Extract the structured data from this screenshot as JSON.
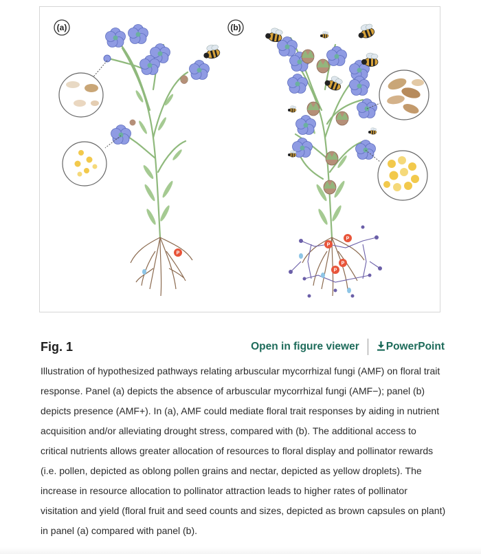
{
  "figure": {
    "panel_a_label": "(a)",
    "panel_b_label": "(b)",
    "nutrient_symbol": "P"
  },
  "figure_header": {
    "label": "Fig. 1",
    "open_viewer_link": "Open in figure viewer",
    "powerpoint_link": "PowerPoint"
  },
  "caption": {
    "lines": [
      "Illustration of hypothesized pathways relating arbuscular mycorrhizal fungi (AMF) on floral trait",
      "response. Panel (a) depicts the absence of arbuscular mycorrhizal fungi (AMF−); panel (b)",
      "depicts presence (AMF+). In (a), AMF could mediate floral trait responses by aiding in nutrient",
      "acquisition and/or alleviating drought stress, compared with (b). The additional access to",
      "critical nutrients allows greater allocation of resources to floral display and pollinator rewards",
      "(i.e. pollen, depicted as oblong pollen grains and nectar, depicted as yellow droplets). The",
      "increase in resource allocation to pollinator attraction leads to higher rates of pollinator",
      "visitation and yield (floral fruit and seed counts and sizes, depicted as brown capsules on plant)",
      "in panel (a) compared with panel (b)."
    ]
  },
  "colors": {
    "link": "#1d6b5a",
    "flower": "#8f9be3",
    "stem": "#8fb97c",
    "root": "#8b6a4f",
    "capsule": "#b58f78",
    "fungi": "#6b5fa8",
    "nutrient": "#e8553a",
    "nectar": "#f2c94c",
    "water": "#8ec5e6"
  }
}
